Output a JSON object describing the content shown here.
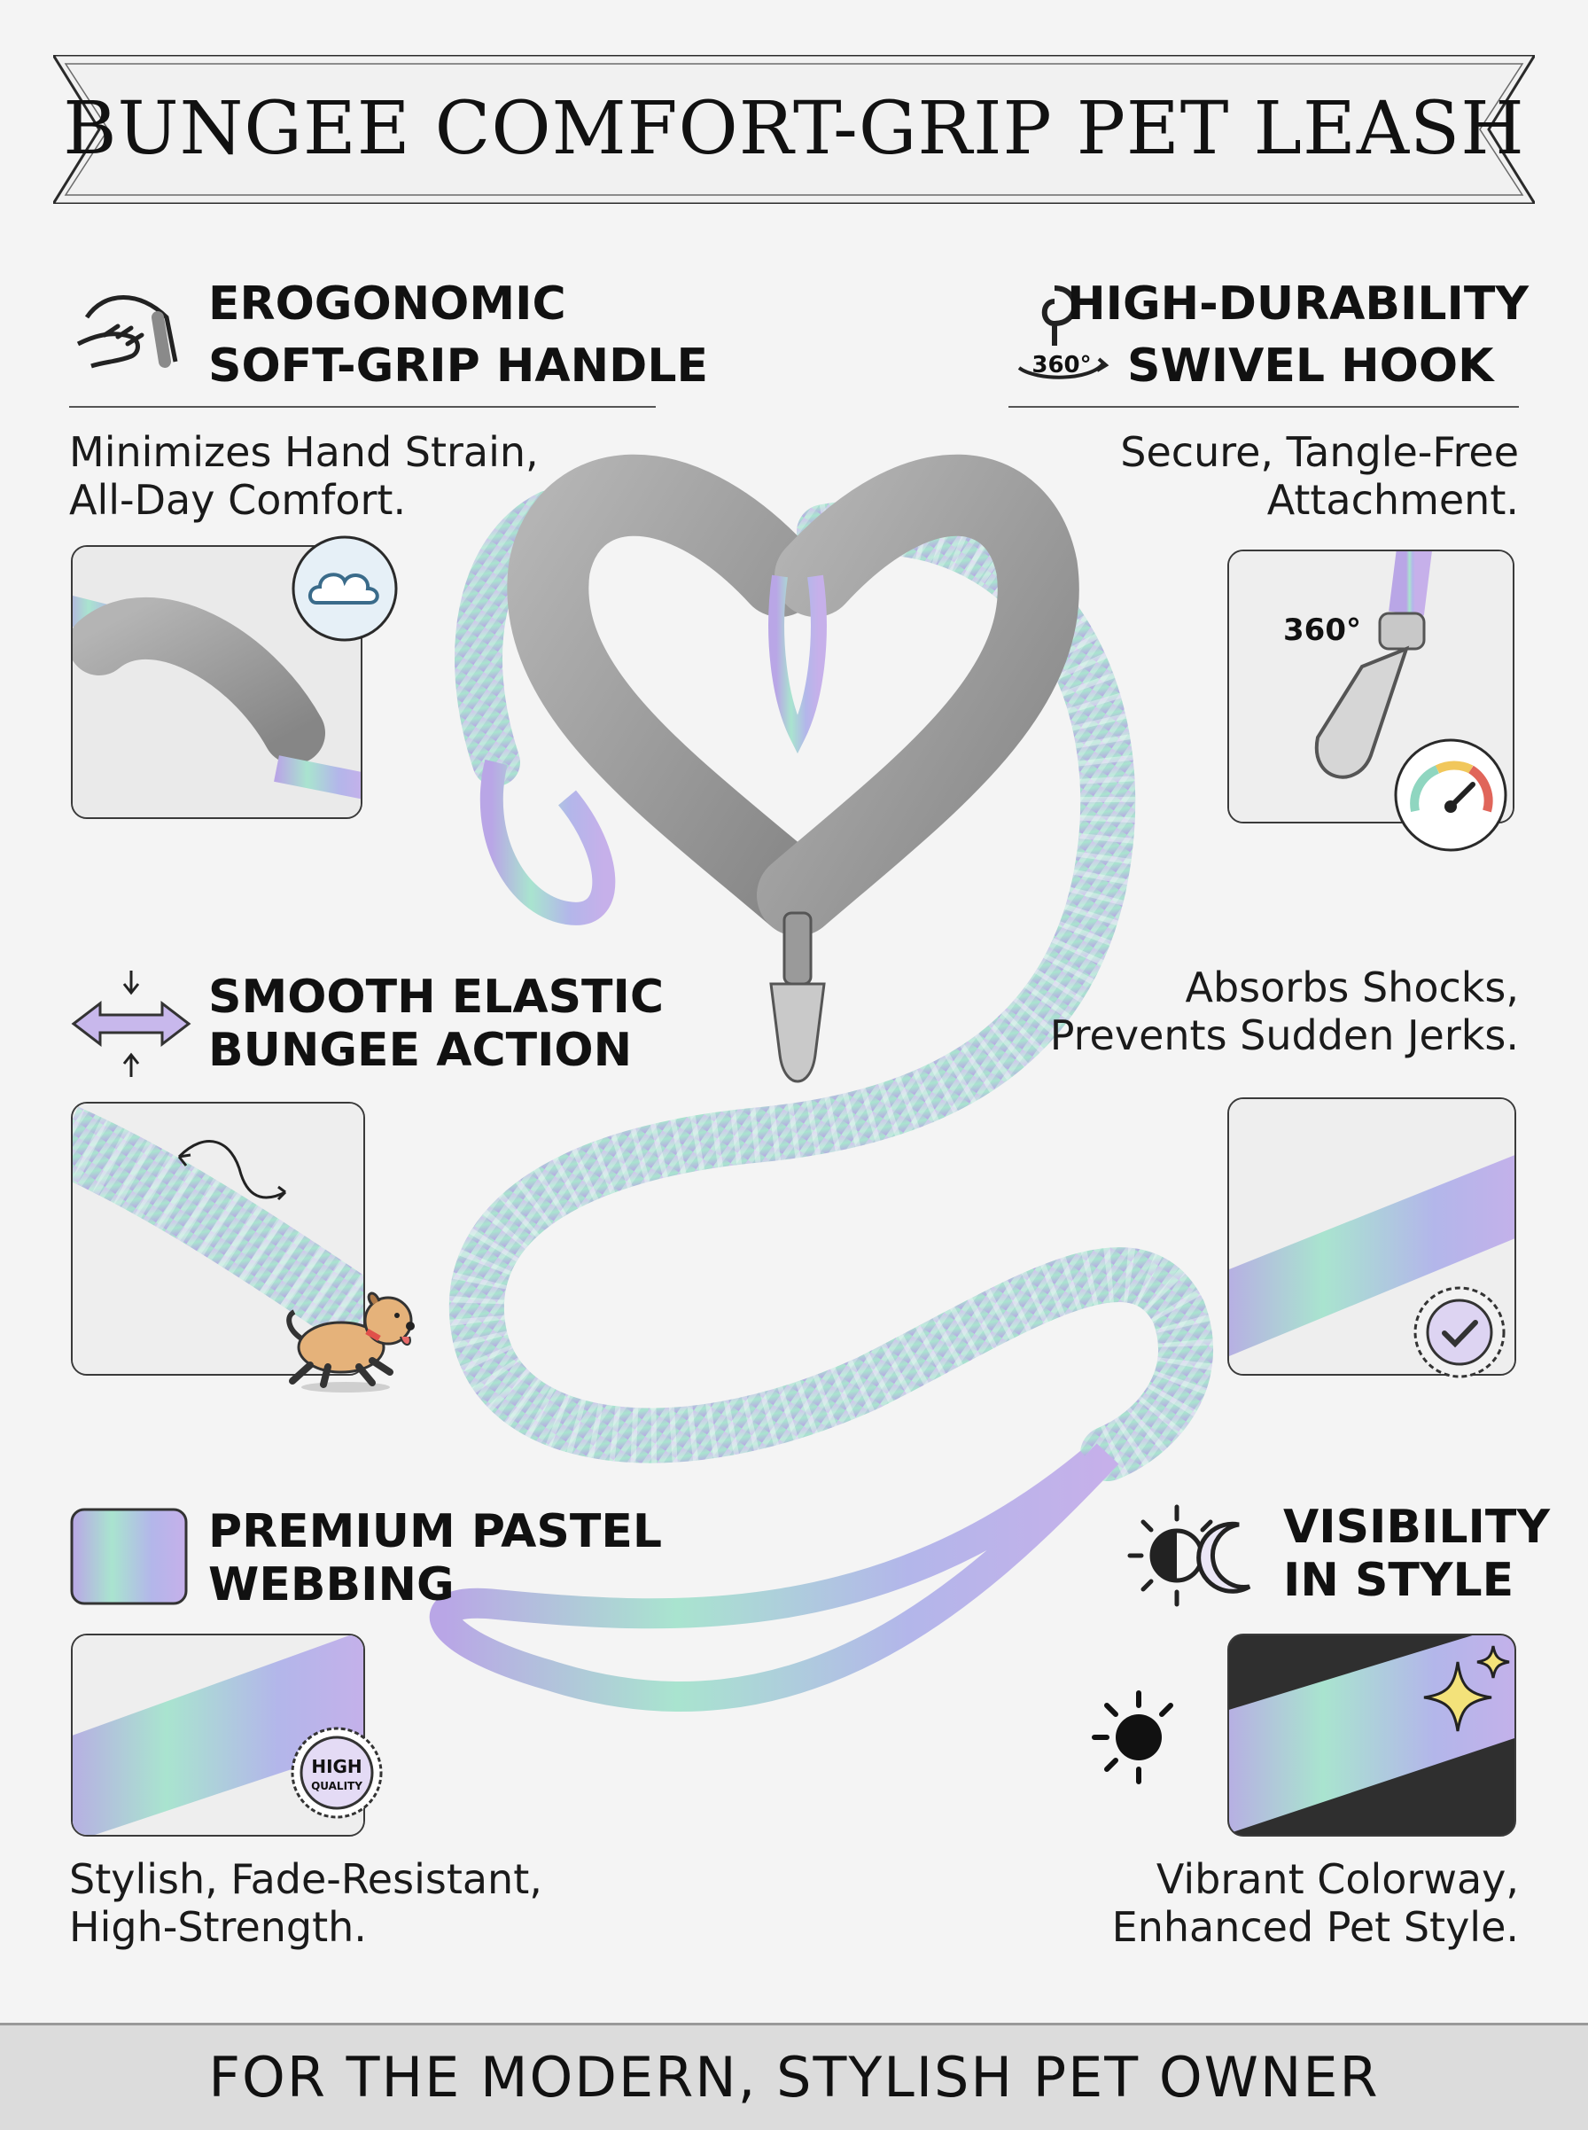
{
  "title": "BUNGEE COMFORT-GRIP PET LEASH",
  "features": {
    "handle": {
      "heading_line1": "EROGONOMIC",
      "heading_line2": "SOFT-GRIP HANDLE",
      "desc_line1": "Minimizes Hand Strain,",
      "desc_line2": "All-Day Comfort.",
      "icon": "hand-grip-icon",
      "badge_icon": "cloud-icon"
    },
    "hook": {
      "heading_line1": "HIGH-DURABILITY",
      "heading_line2": "SWIVEL HOOK",
      "icon_label": "360°",
      "photo_label": "360°",
      "desc_line1": "Secure, Tangle-Free",
      "desc_line2": "Attachment.",
      "icon": "swivel-hook-icon",
      "badge_icon": "strength-gauge-icon"
    },
    "bungee": {
      "heading_line1": "SMOOTH ELASTIC",
      "heading_line2": "BUNGEE ACTION",
      "desc_line1": "Absorbs Shocks,",
      "desc_line2": "Prevents Sudden Jerks.",
      "icon": "stretch-arrows-icon",
      "badge_icon": "shield-check-icon"
    },
    "webbing": {
      "heading_line1": "PREMIUM PASTEL",
      "heading_line2": "WEBBING",
      "badge_line1": "HIGH",
      "badge_line2": "QUALITY",
      "desc_line1": "Stylish, Fade-Resistant,",
      "desc_line2": "High-Strength.",
      "icon": "pastel-swatch-icon"
    },
    "visibility": {
      "heading_line1": "VISIBILITY",
      "heading_line2": "IN STYLE",
      "desc_line1": "Vibrant Colorway,",
      "desc_line2": "Enhanced Pet Style.",
      "icon": "day-night-icon",
      "badge_icon": "sparkle-icon"
    }
  },
  "footer": "FOR THE MODERN, STYLISH PET OWNER",
  "colors": {
    "lavender": "#b9a6e6",
    "mint": "#a9e4cf",
    "handle_gray": "#9a9a9a",
    "text": "#111111"
  }
}
